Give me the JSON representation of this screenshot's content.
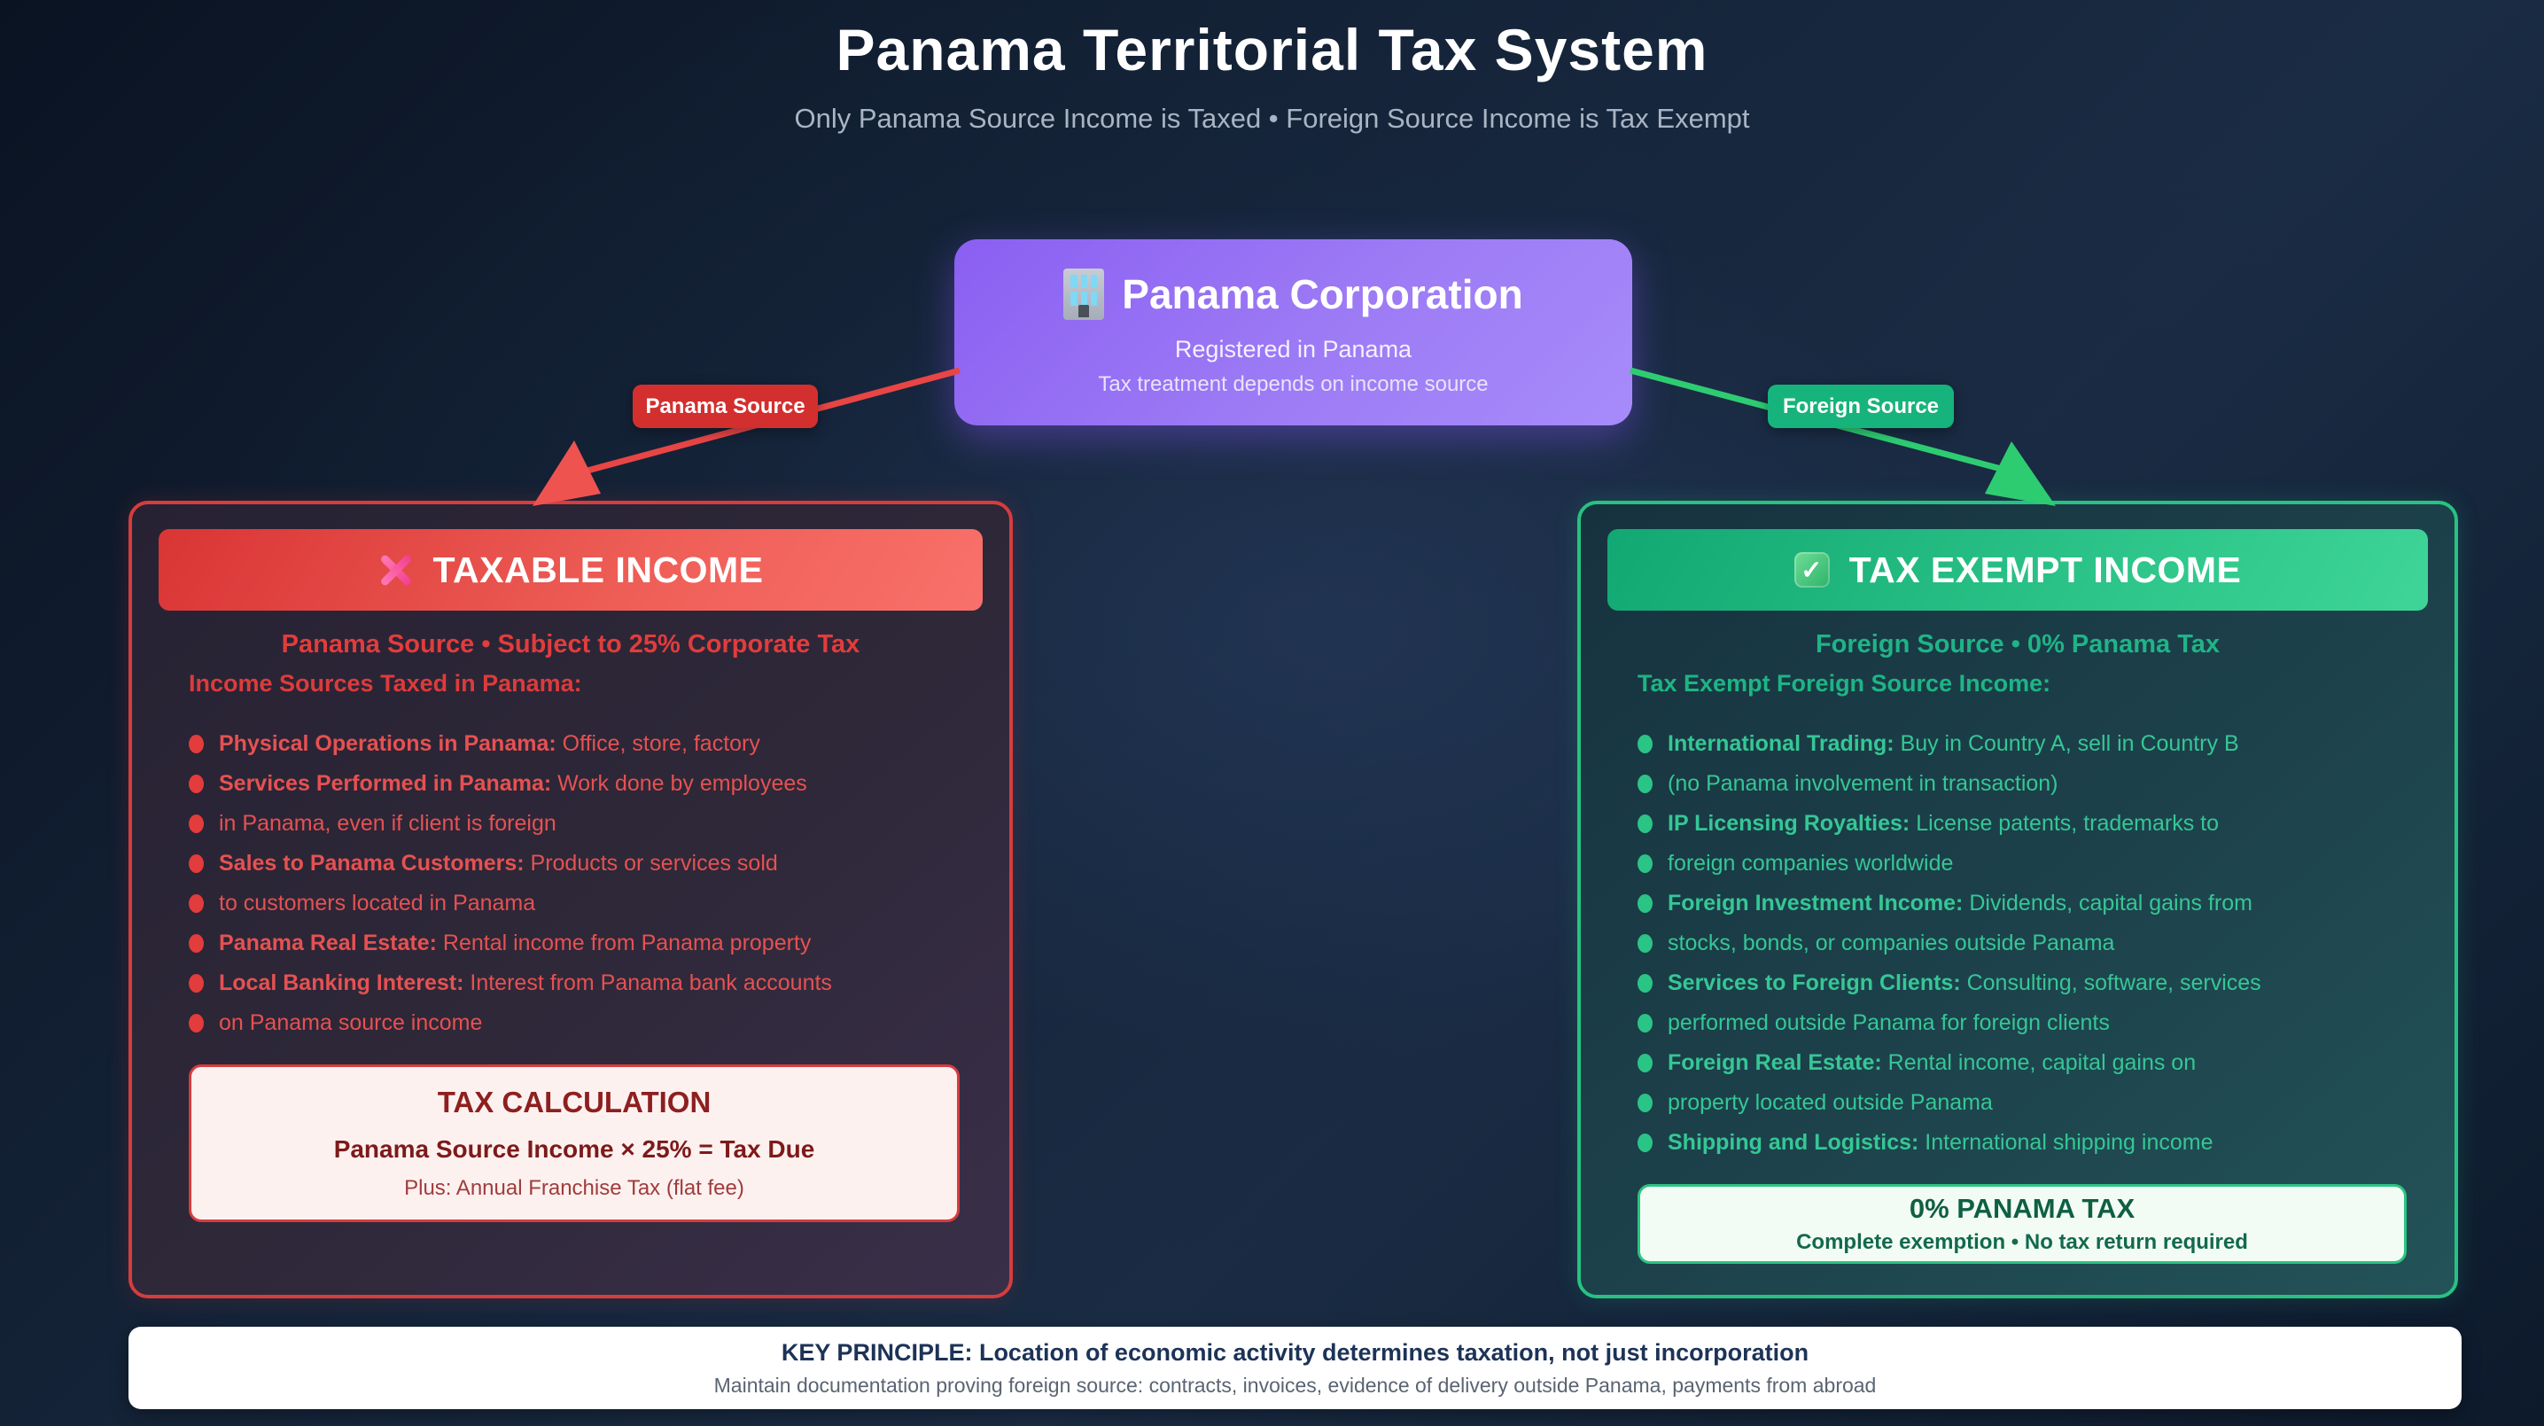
{
  "title": "Panama Territorial Tax System",
  "subtitle": "Only Panama Source Income is Taxed • Foreign Source Income is Tax Exempt",
  "corporation": {
    "icon": "office-building-icon",
    "title": "Panama Corporation",
    "line1": "Registered in Panama",
    "line2": "Tax treatment depends on income source"
  },
  "branches": {
    "left_label": "Panama Source",
    "right_label": "Foreign Source"
  },
  "taxable": {
    "icon": "cross-icon",
    "header": "TAXABLE INCOME",
    "subtitle": "Panama Source • Subject to 25% Corporate Tax",
    "list_title": "Income Sources Taxed in Panama:",
    "items": [
      {
        "bold": "Physical Operations in Panama:",
        "text": "Office, store, factory"
      },
      {
        "bold": "Services Performed in Panama:",
        "text": "Work done by employees"
      },
      {
        "bold": "",
        "text": "in Panama, even if client is foreign"
      },
      {
        "bold": "Sales to Panama Customers:",
        "text": "Products or services sold"
      },
      {
        "bold": "",
        "text": "to customers located in Panama"
      },
      {
        "bold": "Panama Real Estate:",
        "text": "Rental income from Panama property"
      },
      {
        "bold": "Local Banking Interest:",
        "text": "Interest from Panama bank accounts"
      },
      {
        "bold": "",
        "text": "on Panama source income"
      }
    ],
    "calc": {
      "title": "TAX CALCULATION",
      "formula": "Panama Source Income × 25% = Tax Due",
      "note": "Plus: Annual Franchise Tax (flat fee)"
    }
  },
  "exempt": {
    "icon": "check-icon",
    "header": "TAX EXEMPT INCOME",
    "subtitle": "Foreign Source • 0% Panama Tax",
    "list_title": "Tax Exempt Foreign Source Income:",
    "items": [
      {
        "bold": "International Trading:",
        "text": "Buy in Country A, sell in Country B"
      },
      {
        "bold": "",
        "text": "(no Panama involvement in transaction)"
      },
      {
        "bold": "IP Licensing Royalties:",
        "text": "License patents, trademarks to"
      },
      {
        "bold": "",
        "text": "foreign companies worldwide"
      },
      {
        "bold": "Foreign Investment Income:",
        "text": "Dividends, capital gains from"
      },
      {
        "bold": "",
        "text": "stocks, bonds, or companies outside Panama"
      },
      {
        "bold": "Services to Foreign Clients:",
        "text": "Consulting, software, services"
      },
      {
        "bold": "",
        "text": "performed outside Panama for foreign clients"
      },
      {
        "bold": "Foreign Real Estate:",
        "text": "Rental income, capital gains on"
      },
      {
        "bold": "",
        "text": "property located outside Panama"
      },
      {
        "bold": "Shipping and Logistics:",
        "text": "International shipping income"
      }
    ],
    "result": {
      "title": "0% PANAMA TAX",
      "note": "Complete exemption • No tax return required"
    }
  },
  "footer": {
    "principle": "KEY PRINCIPLE: Location of economic activity determines taxation, not just incorporation",
    "note": "Maintain documentation proving foreign source: contracts, invoices, evidence of delivery outside Panama, payments from abroad"
  },
  "colors": {
    "accent_red": "#d63d3d",
    "accent_green": "#27c281",
    "accent_purple": "#9d7bf5",
    "background_navy": "#14263c"
  }
}
